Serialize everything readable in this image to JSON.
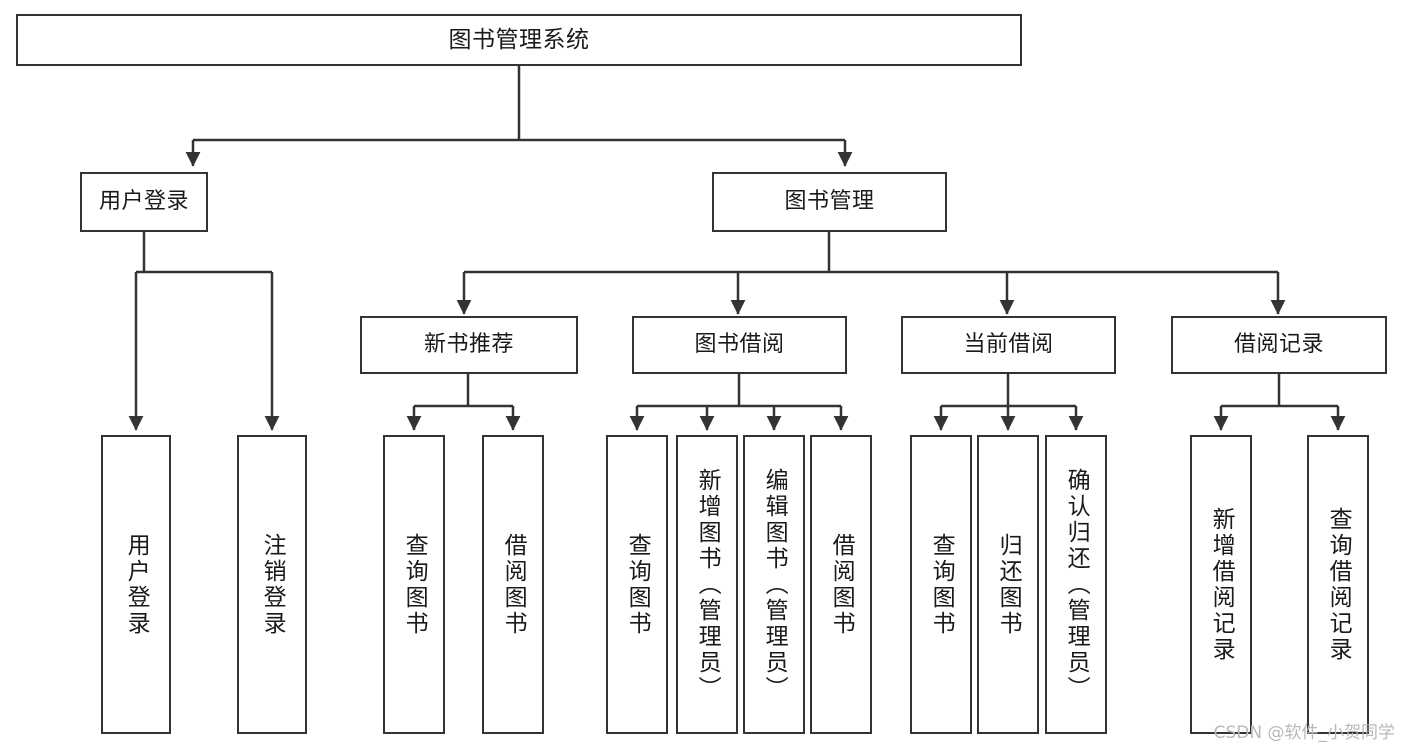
{
  "diagram": {
    "title": "图书管理系统",
    "watermark": "CSDN @软件_小贺同学",
    "colors": {
      "border": "#333333",
      "background": "#ffffff",
      "text": "#1a1a1a",
      "watermark": "#b8b8b8"
    },
    "nodes": {
      "root": {
        "label": "图书管理系统",
        "orientation": "horizontal",
        "level": 0
      },
      "user_login": {
        "label": "用户登录",
        "orientation": "horizontal",
        "level": 1
      },
      "book_manage": {
        "label": "图书管理",
        "orientation": "horizontal",
        "level": 1
      },
      "new_book_rec": {
        "label": "新书推荐",
        "orientation": "horizontal",
        "level": 2
      },
      "book_borrow": {
        "label": "图书借阅",
        "orientation": "horizontal",
        "level": 2
      },
      "current_borrow": {
        "label": "当前借阅",
        "orientation": "horizontal",
        "level": 2
      },
      "borrow_record": {
        "label": "借阅记录",
        "orientation": "horizontal",
        "level": 2
      },
      "leaf_user_login": {
        "label": "用户登录",
        "orientation": "vertical",
        "level": 2
      },
      "leaf_logout": {
        "label": "注销登录",
        "orientation": "vertical",
        "level": 2
      },
      "leaf_query_book_1": {
        "label": "查询图书",
        "orientation": "vertical",
        "level": 3
      },
      "leaf_borrow_book_1": {
        "label": "借阅图书",
        "orientation": "vertical",
        "level": 3
      },
      "leaf_query_book_2": {
        "label": "查询图书",
        "orientation": "vertical",
        "level": 3
      },
      "leaf_add_book": {
        "label": "新增图书（管理员）",
        "orientation": "vertical",
        "level": 3
      },
      "leaf_edit_book": {
        "label": "编辑图书（管理员）",
        "orientation": "vertical",
        "level": 3
      },
      "leaf_borrow_book_2": {
        "label": "借阅图书",
        "orientation": "vertical",
        "level": 3
      },
      "leaf_query_book_3": {
        "label": "查询图书",
        "orientation": "vertical",
        "level": 3
      },
      "leaf_return_book": {
        "label": "归还图书",
        "orientation": "vertical",
        "level": 3
      },
      "leaf_confirm_return": {
        "label": "确认归还（管理员）",
        "orientation": "vertical",
        "level": 3
      },
      "leaf_add_record": {
        "label": "新增借阅记录",
        "orientation": "vertical",
        "level": 3
      },
      "leaf_query_record": {
        "label": "查询借阅记录",
        "orientation": "vertical",
        "level": 3
      }
    },
    "edges": [
      {
        "from": "root",
        "to": "user_login"
      },
      {
        "from": "root",
        "to": "book_manage"
      },
      {
        "from": "user_login",
        "to": "leaf_user_login"
      },
      {
        "from": "user_login",
        "to": "leaf_logout"
      },
      {
        "from": "book_manage",
        "to": "new_book_rec"
      },
      {
        "from": "book_manage",
        "to": "book_borrow"
      },
      {
        "from": "book_manage",
        "to": "current_borrow"
      },
      {
        "from": "book_manage",
        "to": "borrow_record"
      },
      {
        "from": "new_book_rec",
        "to": "leaf_query_book_1"
      },
      {
        "from": "new_book_rec",
        "to": "leaf_borrow_book_1"
      },
      {
        "from": "book_borrow",
        "to": "leaf_query_book_2"
      },
      {
        "from": "book_borrow",
        "to": "leaf_add_book"
      },
      {
        "from": "book_borrow",
        "to": "leaf_edit_book"
      },
      {
        "from": "book_borrow",
        "to": "leaf_borrow_book_2"
      },
      {
        "from": "current_borrow",
        "to": "leaf_query_book_3"
      },
      {
        "from": "current_borrow",
        "to": "leaf_return_book"
      },
      {
        "from": "current_borrow",
        "to": "leaf_confirm_return"
      },
      {
        "from": "borrow_record",
        "to": "leaf_add_record"
      },
      {
        "from": "borrow_record",
        "to": "leaf_query_record"
      }
    ]
  }
}
